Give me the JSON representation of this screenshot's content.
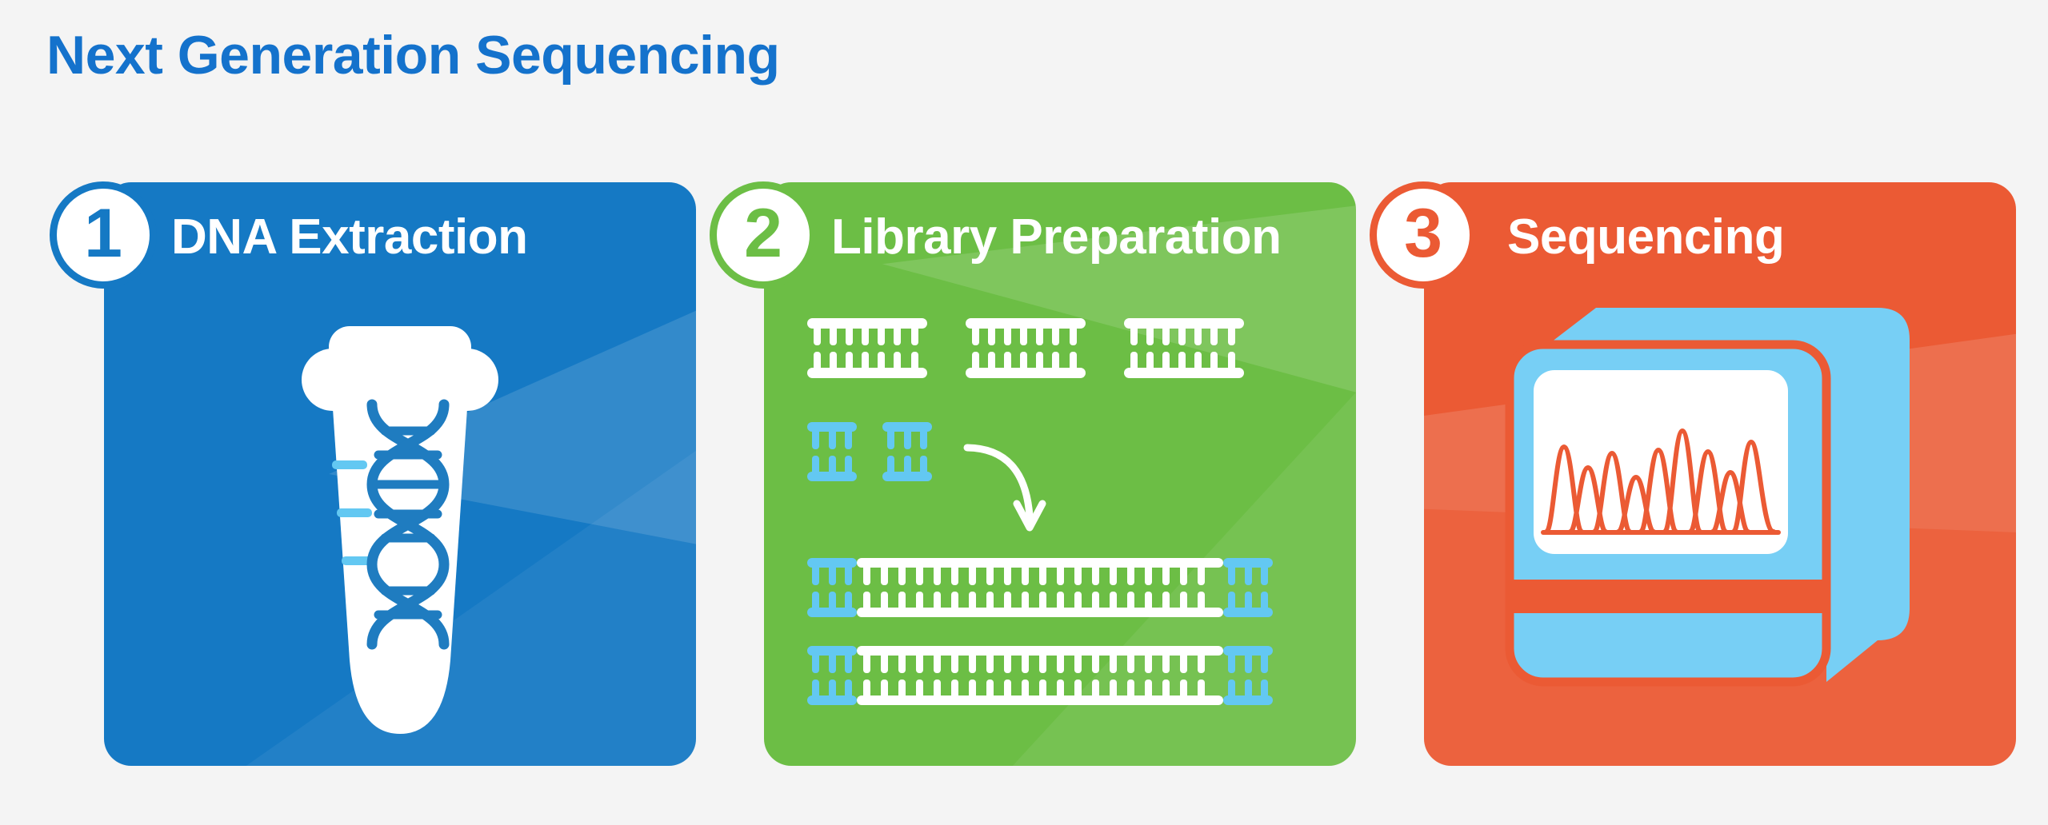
{
  "page": {
    "title": "Next Generation Sequencing",
    "background_color": "#f4f4f4",
    "title_color": "#1472cc"
  },
  "steps": [
    {
      "number": "1",
      "label": "DNA Extraction",
      "color": "#1579c4",
      "accent_color": "#63c8f2",
      "icon": "dna-tube-icon",
      "illustration": {
        "name": "microcentrifuge-tube-with-dna-helix",
        "graduation_marks": 3,
        "helix_turns": 3
      }
    },
    {
      "number": "2",
      "label": "Library Preparation",
      "color": "#6cbe45",
      "accent_color": "#63c8f2",
      "icon": "dna-fragments-icon",
      "illustration": {
        "name": "dna-fragments-adapters-ligation",
        "fragments": 3,
        "adapters": 2,
        "ligated_products": 2,
        "arrow": "curved-down-arrow"
      }
    },
    {
      "number": "3",
      "label": "Sequencing",
      "color": "#eb5a34",
      "accent_color": "#77cff5",
      "icon": "sequencer-machine-icon",
      "illustration": {
        "name": "sequencer-with-chromatogram-screen",
        "peak_count": 9,
        "peak_heights": [
          78,
          58,
          70,
          48,
          76,
          96,
          72,
          54,
          82
        ],
        "trace_color": "#eb5a34"
      }
    }
  ]
}
